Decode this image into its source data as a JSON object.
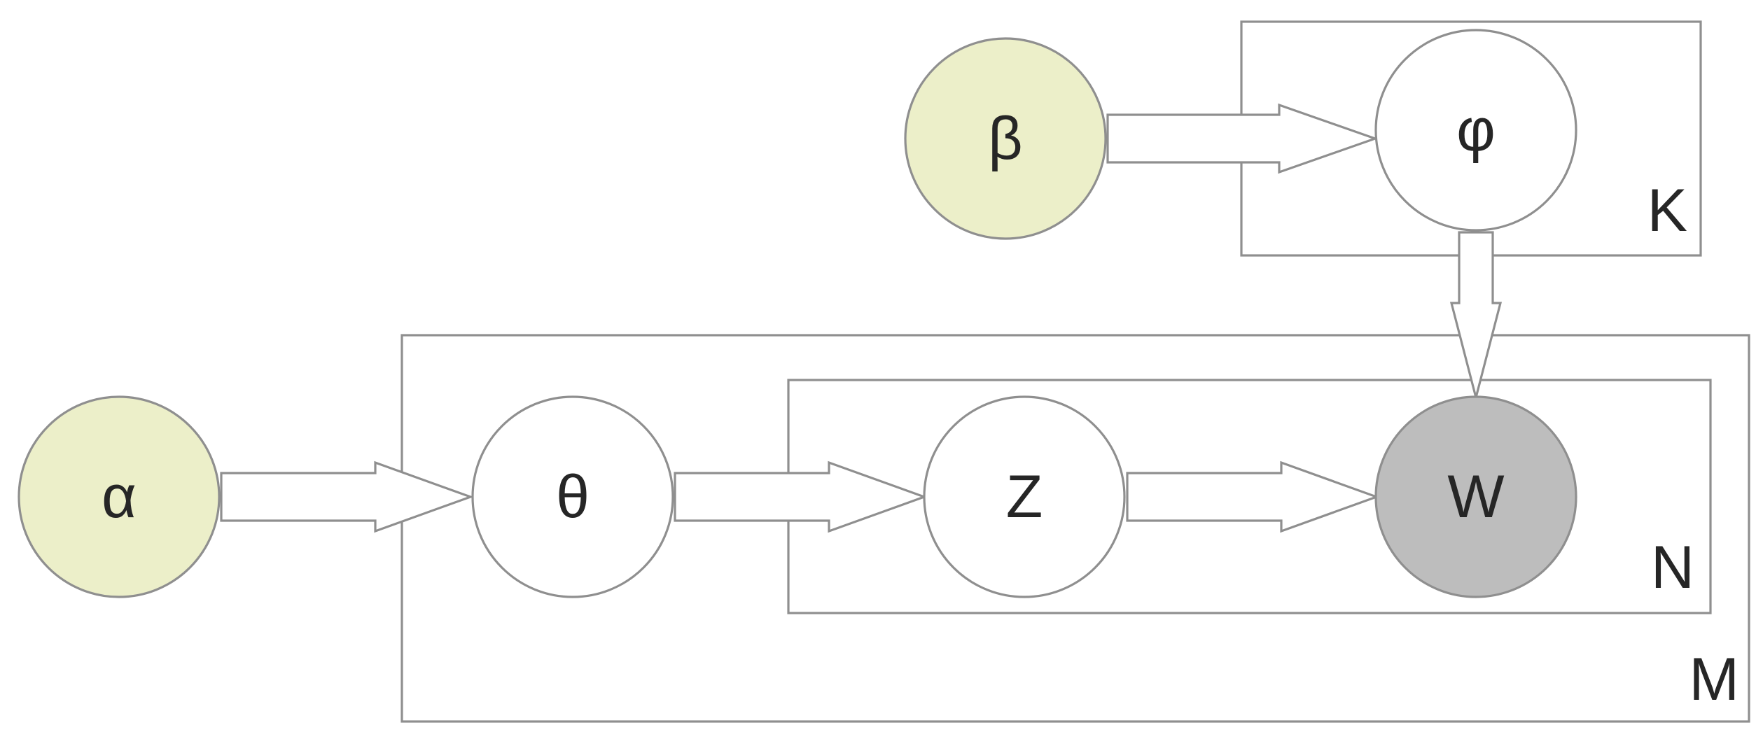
{
  "nodes": {
    "alpha": {
      "label": "α",
      "fill": "#ecefc9"
    },
    "beta": {
      "label": "β",
      "fill": "#ecefc9"
    },
    "theta": {
      "label": "θ",
      "fill": "#ffffff"
    },
    "phi": {
      "label": "φ",
      "fill": "#ffffff"
    },
    "z": {
      "label": "Z",
      "fill": "#ffffff"
    },
    "w": {
      "label": "W",
      "fill": "#bdbdbd"
    }
  },
  "plates": {
    "k": {
      "label": "K"
    },
    "m": {
      "label": "M"
    },
    "n": {
      "label": "N"
    }
  },
  "colors": {
    "stroke": "#8f8f8f",
    "text": "#262626",
    "background": "#ffffff"
  }
}
